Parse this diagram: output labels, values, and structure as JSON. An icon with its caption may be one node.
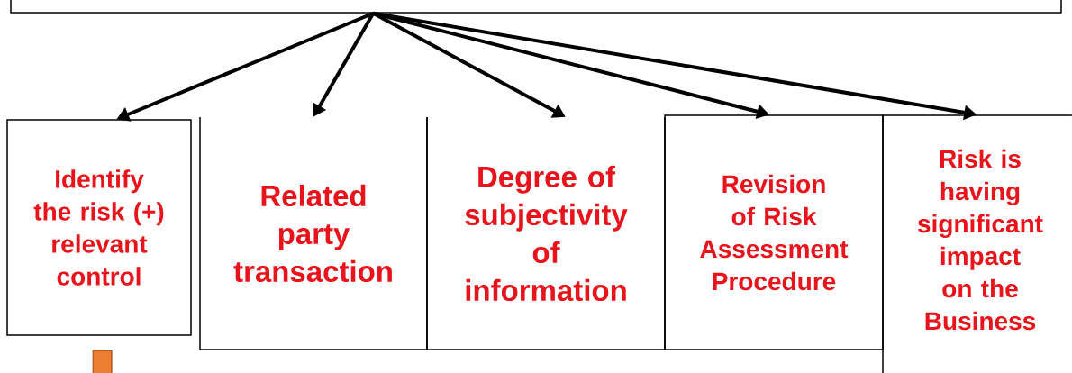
{
  "diagram": {
    "nodes": [
      {
        "text": [],
        "shape": "box"
      },
      {
        "text": [
          "Identify the risk (+) relevant control"
        ]
      },
      {
        "text": [
          "Related party transaction"
        ]
      },
      {
        "text": [
          "Degree of subjectivity of information"
        ]
      },
      {
        "text": [
          "Revision of Risk Assessment Procedure"
        ]
      },
      {
        "text": [
          "Risk is having significant impact on the Business"
        ]
      }
    ],
    "edges": [
      {
        "from": 0,
        "to": 1,
        "arrow": "to"
      },
      {
        "from": 0,
        "to": 2,
        "arrow": "to"
      },
      {
        "from": 0,
        "to": 3,
        "arrow": "to"
      },
      {
        "from": 0,
        "to": 4,
        "arrow": "to"
      },
      {
        "from": 0,
        "to": 5,
        "arrow": "to"
      }
    ]
  }
}
